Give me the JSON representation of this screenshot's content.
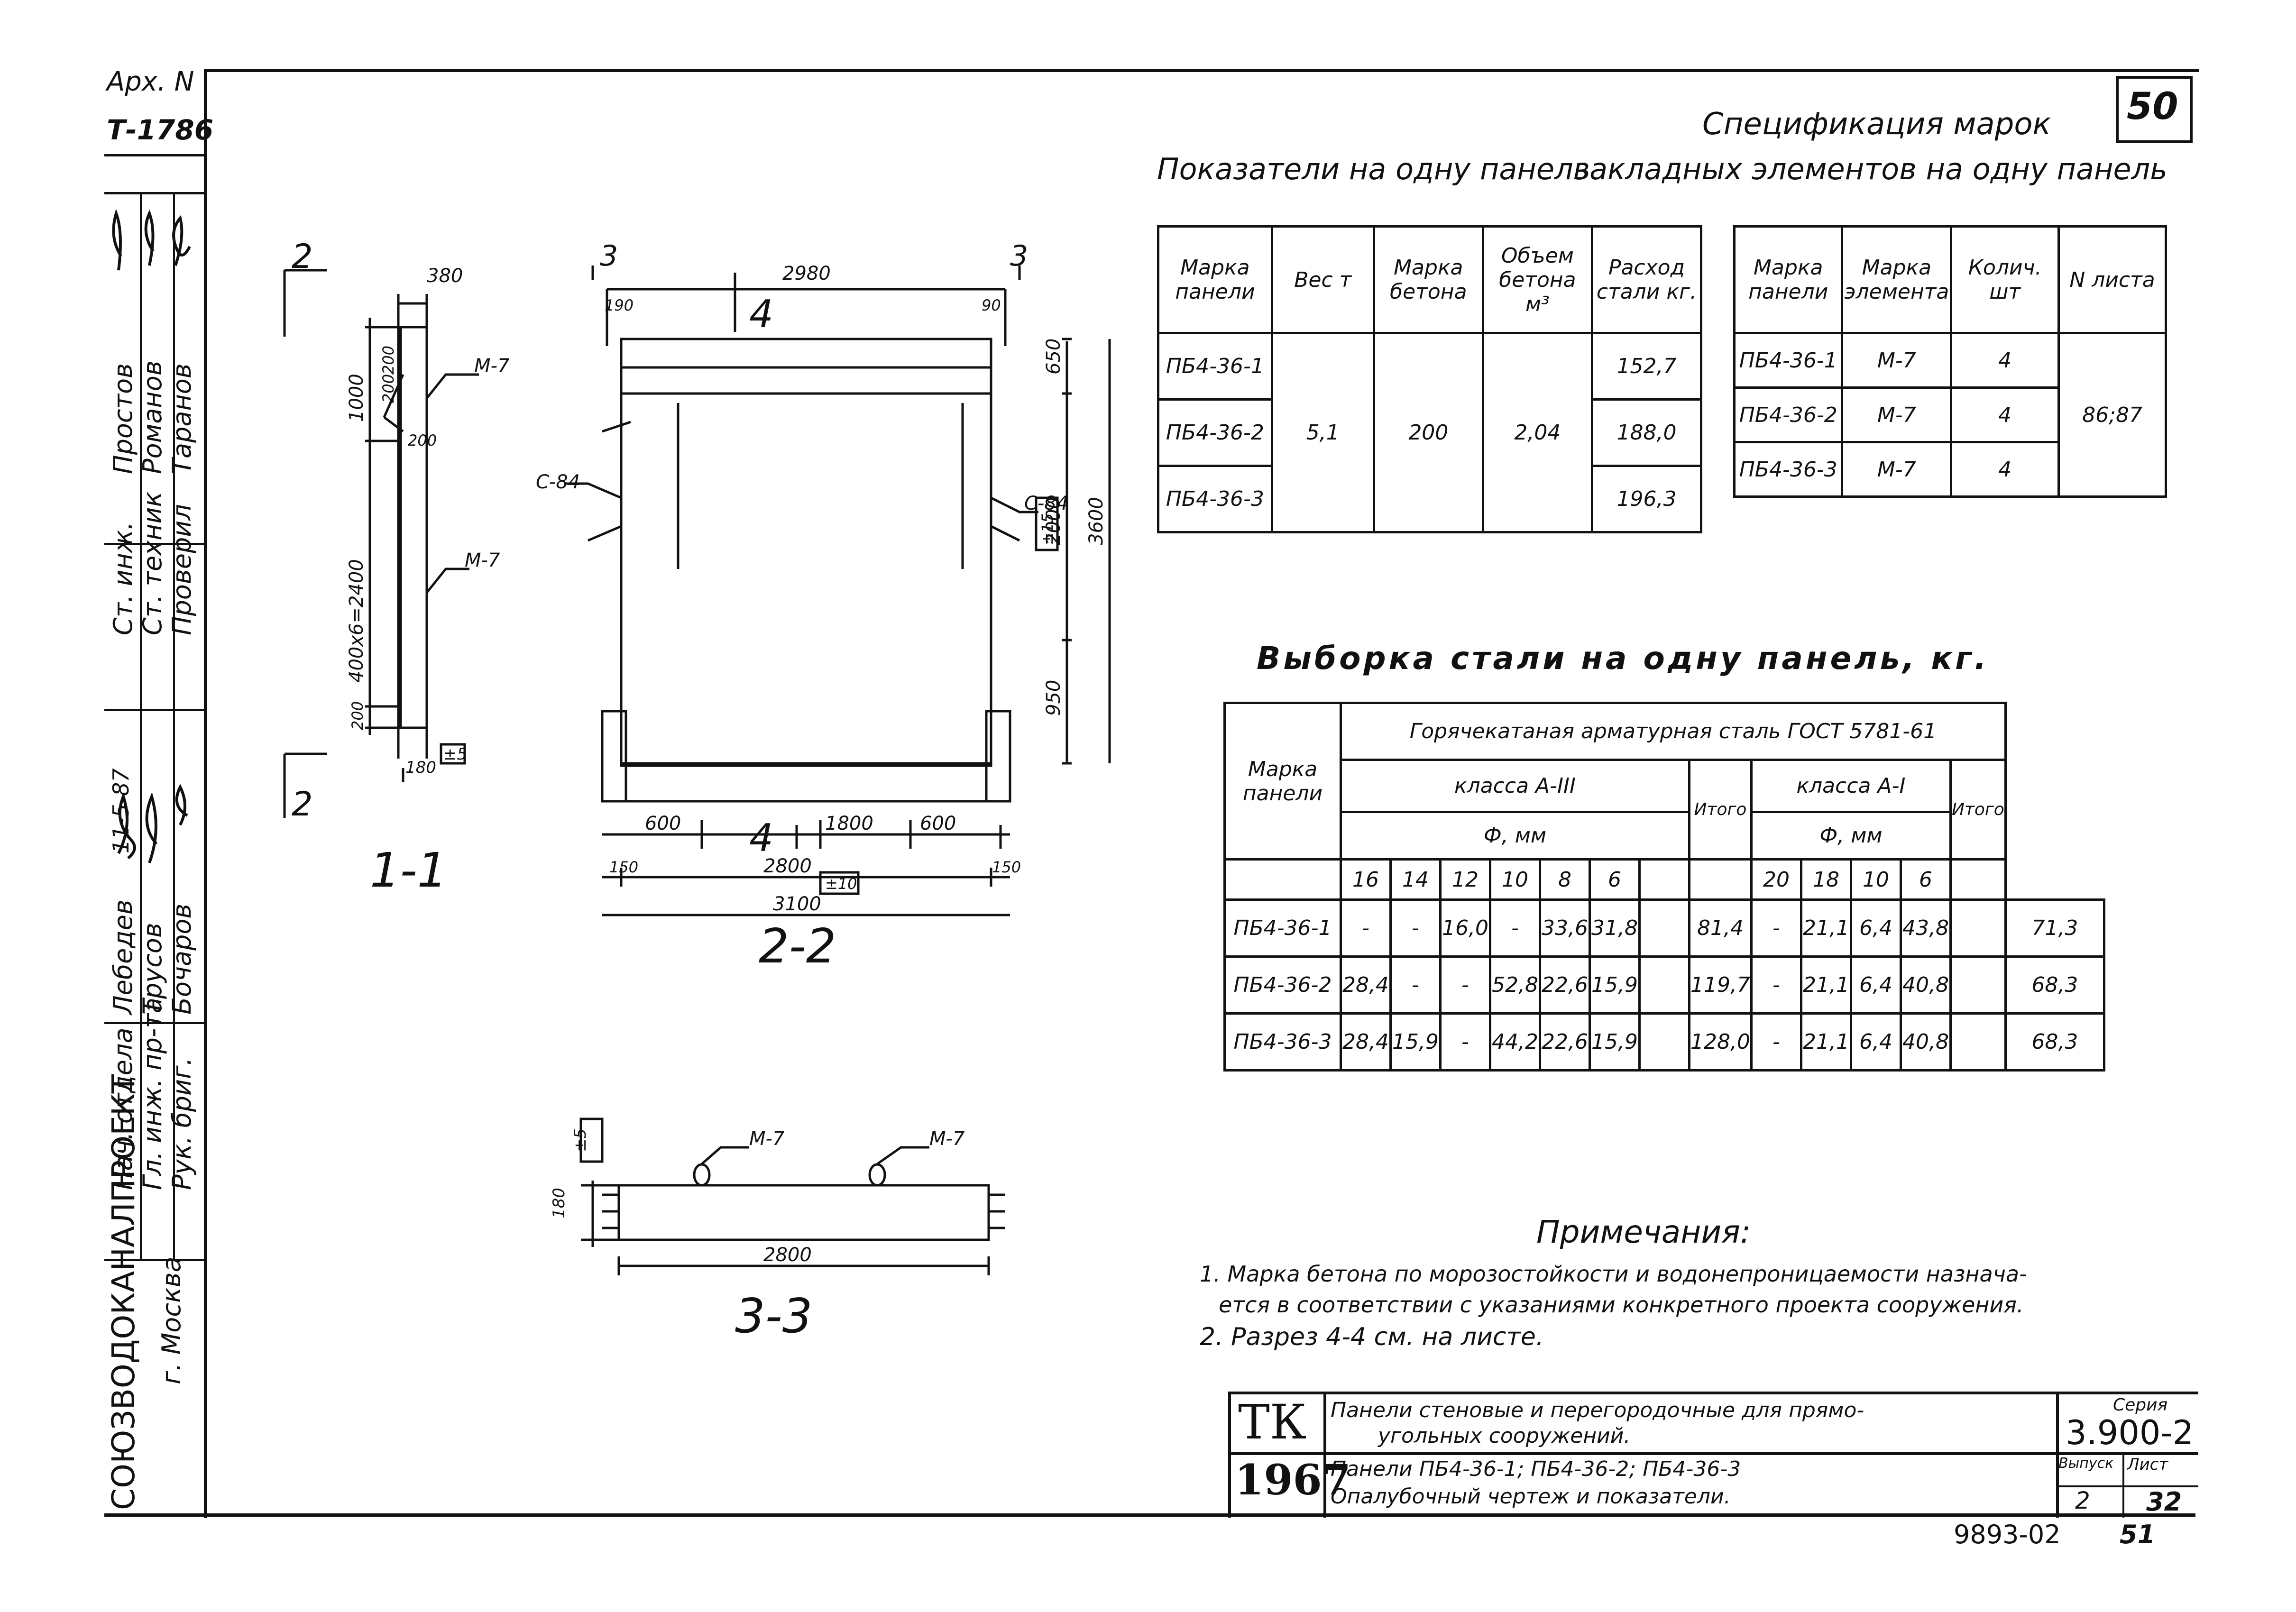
{
  "sheet": {
    "page_number": "50",
    "archive_top": "Арх. N",
    "archive_num": "Т-1786",
    "spec_title": "Спецификация марок",
    "corner_stamp": "9893-02",
    "corner_mark": "51"
  },
  "left_strip": {
    "org": "СОЮЗВОДОКАНАЛПРОЕКТ",
    "city": "г. Москва",
    "roles": [
      "Нач. отдела",
      "Гл. инж. пр-та",
      "Рук. бриг.",
      "Ст. инж.",
      "Ст. техник",
      "Проверил"
    ],
    "names": [
      "Лебедев",
      "Трусов",
      "Бочаров",
      "Простов",
      "Романов",
      "Таранов"
    ],
    "extra": "11-5-87"
  },
  "indicators": {
    "title": "Показатели на одну панель",
    "headers": [
      "Марка панели",
      "Вес т",
      "Марка бетона",
      "Объем бетона м³",
      "Расход стали кг."
    ],
    "rows": [
      [
        "ПБ4-36-1",
        "",
        "",
        "",
        "152,7"
      ],
      [
        "ПБ4-36-2",
        "5,1",
        "200",
        "2,04",
        "188,0"
      ],
      [
        "ПБ4-36-3",
        "",
        "",
        "",
        "196,3"
      ]
    ]
  },
  "embedded": {
    "title": "закладных элементов на одну панель",
    "headers": [
      "Марка панели",
      "Марка элемента",
      "Колич. шт",
      "N листа"
    ],
    "rows": [
      [
        "ПБ4-36-1",
        "М-7",
        "4"
      ],
      [
        "ПБ4-36-2",
        "М-7",
        "4"
      ],
      [
        "ПБ4-36-3",
        "М-7",
        "4"
      ]
    ],
    "sheets": "86;87"
  },
  "steel": {
    "title": "Выборка стали на одну панель, кг.",
    "top_header": "Горячекатаная арматурная сталь ГОСТ 5781-61",
    "col_marka": "Марка панели",
    "class_a3": "класса А-III",
    "class_a1": "класса А-I",
    "phi": "Ф, мм",
    "total": "Итого",
    "diam_a3": [
      "16",
      "14",
      "12",
      "10",
      "8",
      "6"
    ],
    "diam_a1": [
      "20",
      "18",
      "10",
      "6"
    ],
    "rows": [
      {
        "name": "ПБ4-36-1",
        "a3": [
          "-",
          "-",
          "16,0",
          "-",
          "33,6",
          "31,8",
          ""
        ],
        "t3": "81,4",
        "a1": [
          "-",
          "21,1",
          "6,4",
          "43,8",
          ""
        ],
        "t1": "71,3"
      },
      {
        "name": "ПБ4-36-2",
        "a3": [
          "28,4",
          "-",
          "-",
          "52,8",
          "22,6",
          "15,9",
          ""
        ],
        "t3": "119,7",
        "a1": [
          "-",
          "21,1",
          "6,4",
          "40,8",
          ""
        ],
        "t1": "68,3"
      },
      {
        "name": "ПБ4-36-3",
        "a3": [
          "28,4",
          "15,9",
          "-",
          "44,2",
          "22,6",
          "15,9",
          ""
        ],
        "t3": "128,0",
        "a1": [
          "-",
          "21,1",
          "6,4",
          "40,8",
          ""
        ],
        "t1": "68,3"
      }
    ]
  },
  "notes": {
    "title": "Примечания:",
    "line1": "1. Марка бетона по морозостойкости и водонепроницаемости назнача-",
    "line2": "ется в соответствии с указаниями конкретного проекта сооружения.",
    "line3": "2. Разрез 4-4 см. на листе."
  },
  "title_block": {
    "tk": "ТК",
    "year": "1967",
    "desc1": "Панели стеновые и перегородочные для прямо-",
    "desc1b": "угольных сооружений.",
    "desc2": "Панели ПБ4-36-1; ПБ4-36-2; ПБ4-36-3",
    "desc2b": "Опалубочный чертеж и показатели.",
    "series_label": "Серия",
    "series": "3.900-2",
    "issue_label": "Выпуск",
    "issue": "2",
    "sheet_label": "Лист",
    "sheet": "32"
  },
  "drawings": {
    "sec11": {
      "label": "1-1",
      "cut": "2",
      "dims": [
        "380",
        "1000",
        "200",
        "200",
        "200",
        "400х6=2400",
        "200",
        "180"
      ],
      "tol": "±5",
      "marks": [
        "М-7",
        "М-7"
      ]
    },
    "sec22": {
      "label": "2-2",
      "cut_top": "3",
      "cut_side": "4",
      "dim_top": "2980",
      "dims_bottom": [
        "600",
        "1800",
        "600"
      ],
      "dim_2800": "2800",
      "tol_2800": "±10",
      "dim_3100": "3100",
      "edge": [
        "150",
        "150"
      ],
      "edge_top": [
        "190",
        "90"
      ],
      "vert": [
        "650",
        "2000",
        "950",
        "3600"
      ],
      "tol_v": "±15",
      "holes": [
        "С-84",
        "С-84"
      ]
    },
    "sec33": {
      "label": "3-3",
      "dim_180": "180",
      "tol": "±5",
      "dim_2800": "2800",
      "marks": [
        "М-7",
        "М-7"
      ]
    }
  }
}
